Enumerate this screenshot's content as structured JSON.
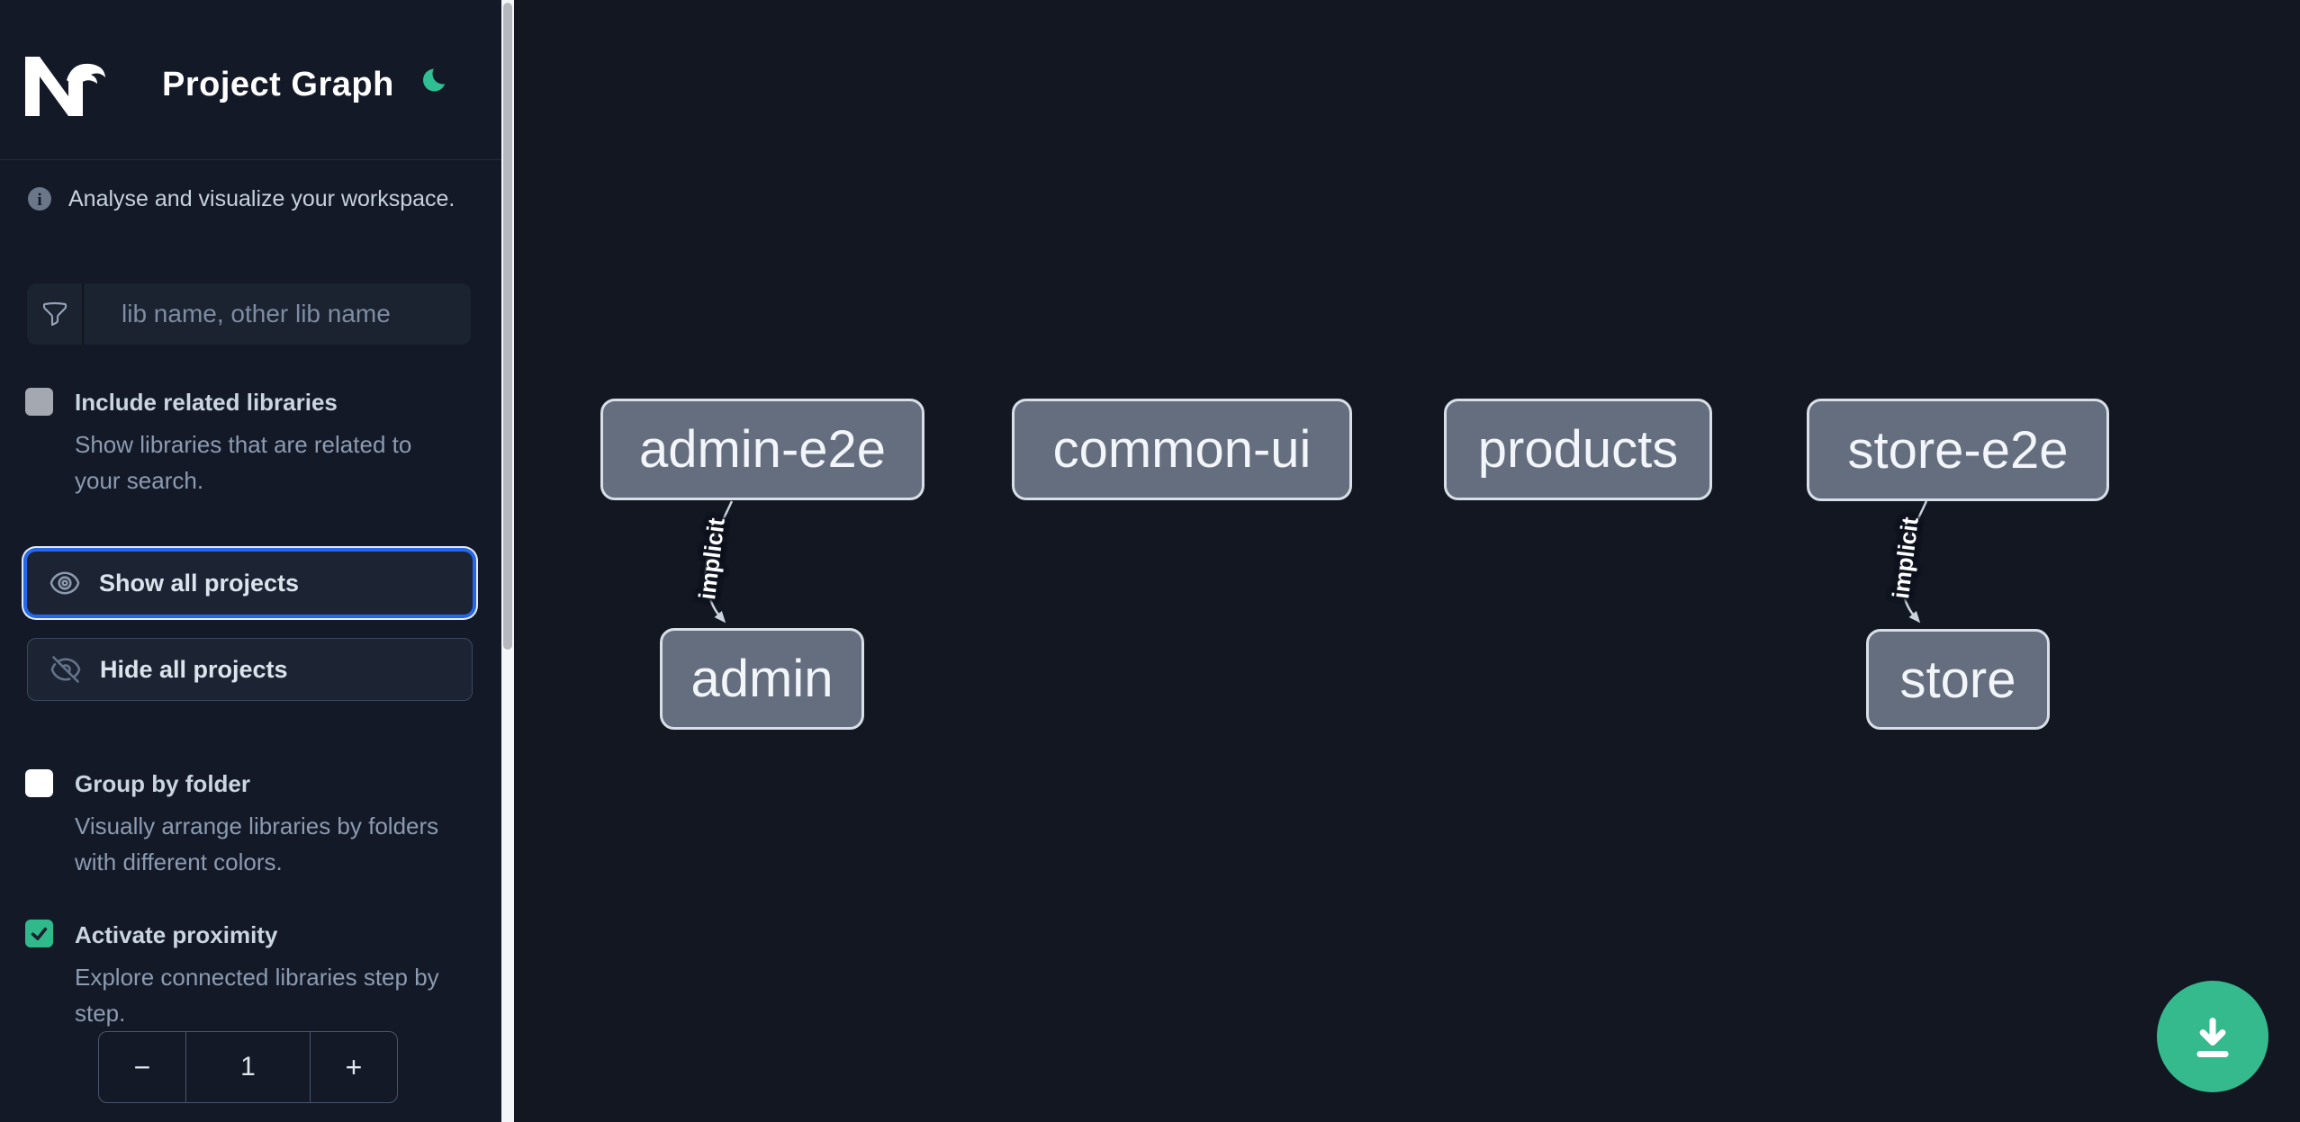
{
  "window": {
    "title": "Project Graph"
  },
  "sidebar": {
    "logo": "Nx",
    "title": "Project Graph",
    "info_text": "Analyse and visualize your workspace.",
    "search": {
      "placeholder": "lib name, other lib name",
      "value": ""
    },
    "toggles": [
      {
        "label": "Include related libraries",
        "description": "Show libraries that are related to your search.",
        "checked": false,
        "disabled": true
      },
      {
        "label": "Group by folder",
        "description": "Visually arrange libraries by folders with different colors.",
        "checked": false,
        "disabled": false
      },
      {
        "label": "Activate proximity",
        "description": "Explore connected libraries step by step.",
        "checked": true,
        "disabled": false
      }
    ],
    "actions": {
      "show_all": "Show all projects",
      "hide_all": "Hide all projects"
    },
    "proximity_stepper": {
      "decrement": "−",
      "value": "1",
      "increment": "+"
    }
  },
  "graph": {
    "nodes": [
      {
        "label": "admin-e2e"
      },
      {
        "label": "common-ui"
      },
      {
        "label": "products"
      },
      {
        "label": "store-e2e"
      },
      {
        "label": "admin"
      },
      {
        "label": "store"
      }
    ],
    "edges": [
      {
        "source": "admin-e2e",
        "target": "admin",
        "type": "implicit",
        "label": "implicit"
      },
      {
        "source": "store-e2e",
        "target": "store",
        "type": "implicit",
        "label": "implicit"
      }
    ]
  },
  "fab": {
    "icon": "download-icon"
  },
  "colors": {
    "sidebar_bg": "#141927",
    "canvas_bg": "#121722",
    "accent_green": "#30ba8c",
    "focus_blue": "#2467eb",
    "node_fill": "#646e7e",
    "node_border": "#d9dfe7",
    "edge": "#c9d2dd",
    "moon_teal": "#2fbf92",
    "fab_green": "#35ba8d"
  }
}
